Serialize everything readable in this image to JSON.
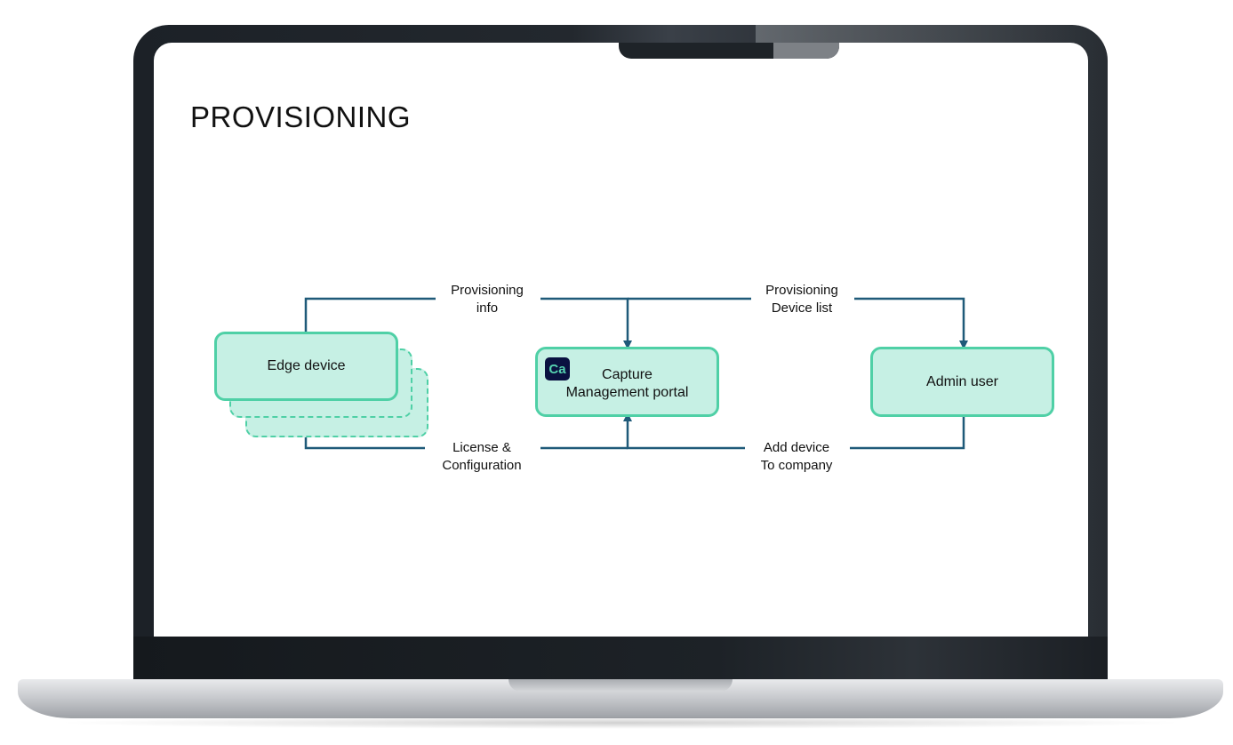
{
  "diagram": {
    "title": "PROVISIONING",
    "colors": {
      "node_fill": "#c6f0e4",
      "node_border": "#4fd0a6",
      "connector": "#1f5a79",
      "badge_bg": "#0a1140",
      "badge_text": "#57d3b1"
    },
    "nodes": {
      "edge_device": {
        "label": "Edge device"
      },
      "portal": {
        "badge": "Ca",
        "label_line1": "Capture",
        "label_line2": "Management portal"
      },
      "admin": {
        "label": "Admin user"
      }
    },
    "edges": {
      "provisioning_info": {
        "line1": "Provisioning",
        "line2": "info"
      },
      "provisioning_device_list": {
        "line1": "Provisioning",
        "line2": "Device list"
      },
      "license_configuration": {
        "line1": "License &",
        "line2": "Configuration"
      },
      "add_device": {
        "line1": "Add device",
        "line2": "To company"
      }
    }
  }
}
